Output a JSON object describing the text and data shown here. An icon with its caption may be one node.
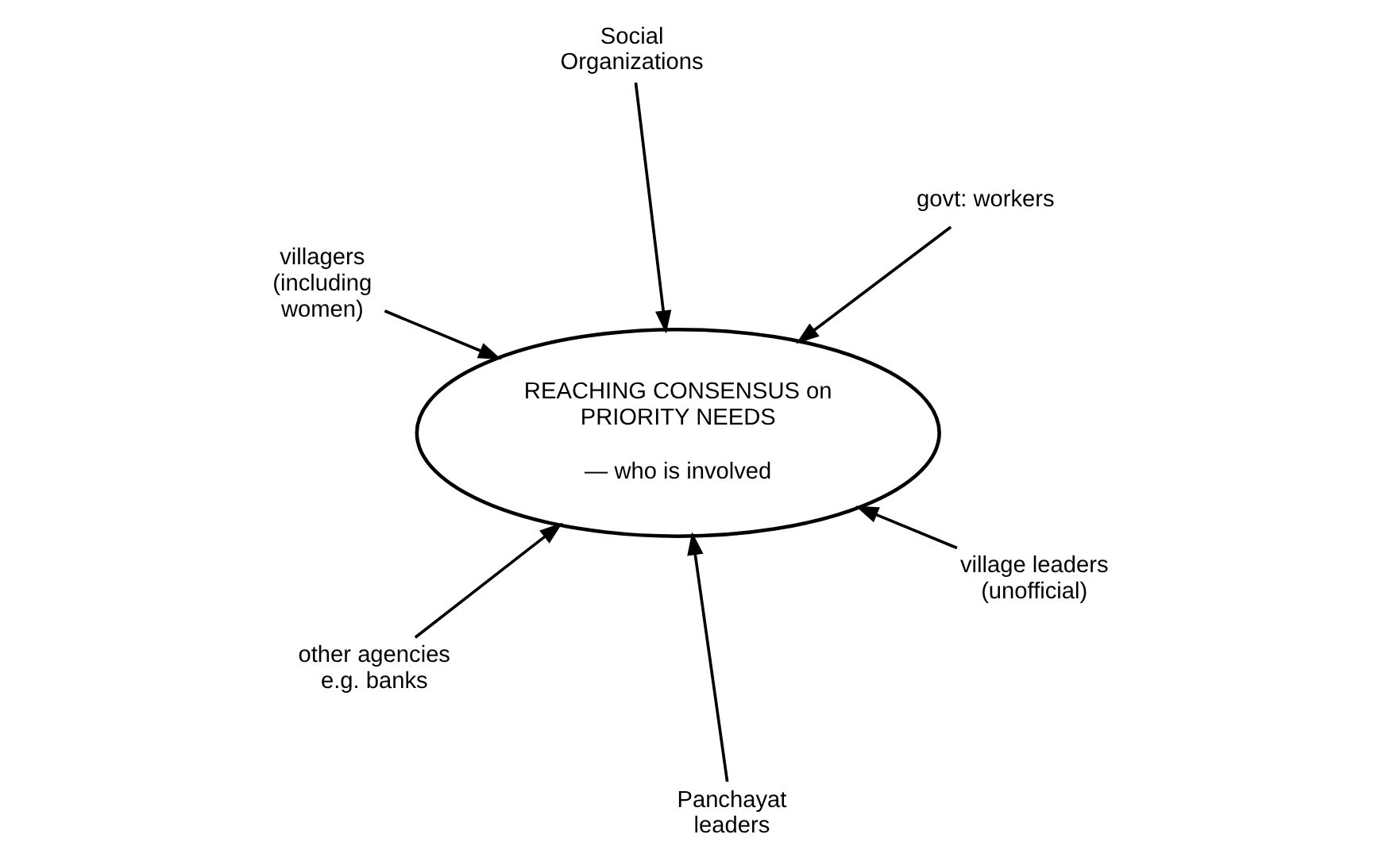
{
  "diagram": {
    "nodes": [
      {
        "text": [
          "villagers (including women)"
        ]
      },
      {
        "text": [
          "village leaders (unofficial)"
        ]
      },
      {
        "text": [
          "Panchayat leaders"
        ]
      },
      {
        "text": [
          "REACHING CONSENSUS on PRIORITY NEEDS",
          "— who is involved"
        ]
      },
      {
        "text": [
          "govt: workers"
        ]
      },
      {
        "text": [
          "Social Organizations"
        ]
      },
      {
        "text": [
          "other agencies e.g. banks"
        ]
      }
    ],
    "edges": [
      {
        "from": 0,
        "to": 3,
        "arrow": "to"
      },
      {
        "from": 1,
        "to": 3,
        "arrow": "to"
      },
      {
        "from": 2,
        "to": 3,
        "arrow": "to"
      },
      {
        "from": 5,
        "to": 3,
        "arrow": "to"
      },
      {
        "from": 6,
        "to": 3,
        "arrow": "to"
      },
      {
        "from": 4,
        "to": 3,
        "arrow": "to"
      }
    ]
  }
}
